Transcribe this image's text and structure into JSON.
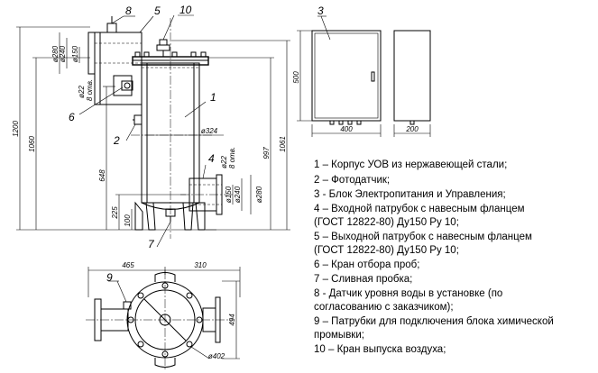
{
  "dimensions": {
    "d280_left": "ø280",
    "d240_left": "ø240",
    "d150_left": "ø150",
    "d22_top": "ø22",
    "holes_top": "8 отв.",
    "h1200": "1200",
    "h1060": "1060",
    "h648": "648",
    "h225": "225",
    "h100": "100",
    "d324": "ø324",
    "d22_right": "ø22",
    "holes_right": "8 отв.",
    "h997": "997",
    "h1061": "1061",
    "d150_right": "ø150",
    "d240_right": "ø240",
    "d280_right": "ø280",
    "cab_h500": "500",
    "cab_w400": "400",
    "cab_d200": "200",
    "plan_465": "465",
    "plan_310": "310",
    "plan_494": "494",
    "plan_d402": "ø402"
  },
  "callouts": {
    "c1": "1",
    "c2": "2",
    "c3": "3",
    "c4": "4",
    "c5": "5",
    "c6": "6",
    "c7": "7",
    "c8": "8",
    "c9": "9",
    "c10": "10"
  },
  "legend": [
    "1 – Корпус УОВ из нержавеющей стали;",
    "2 – Фотодатчик;",
    "3 - Блок Электропитания и Управления;",
    "4 – Входной патрубок с навесным  фланцем",
    "(ГОСТ  12822-80)  Ду150  Ру 10;",
    "5 – Выходной патрубок с навесным фланцем",
    "(ГОСТ  12822-80)  Ду150  Ру 10;",
    "6 – Кран отбора проб;",
    "7 – Сливная  пробка;",
    "8 - Датчик уровня воды в установке (по",
    "согласованию с заказчиком);",
    "9 – Патрубки для подключения блока химической",
    "промывки;",
    "10 – Кран выпуска воздуха;"
  ]
}
